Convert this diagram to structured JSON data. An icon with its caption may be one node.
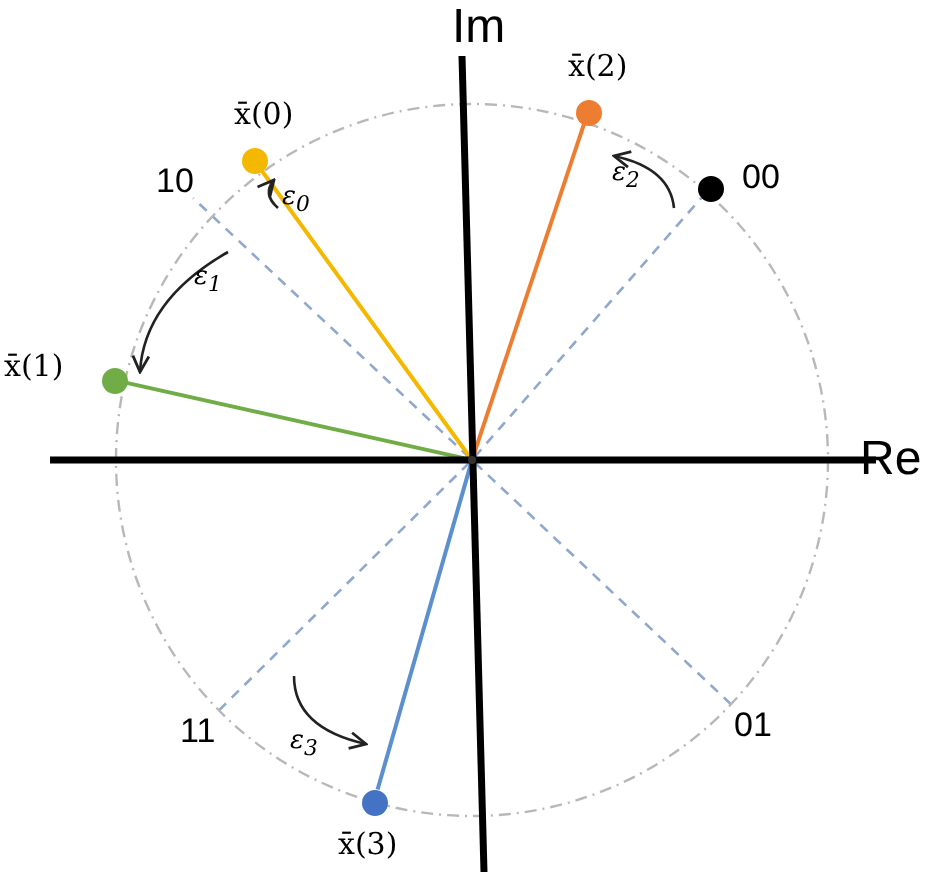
{
  "diagram": {
    "nodes": [
      {
        "text": [],
        "shape": "point"
      },
      {
        "text": [],
        "shape": "circle",
        "beside": [
          "x̄(0)"
        ]
      },
      {
        "text": [],
        "shape": "circle",
        "beside": [
          "x̄(1)"
        ]
      },
      {
        "text": [],
        "shape": "circle",
        "beside": [
          "x̄(2)"
        ]
      },
      {
        "text": [],
        "shape": "circle",
        "beside": [
          "00"
        ]
      },
      {
        "text": [],
        "shape": "circle",
        "beside": [
          "x̄(3)"
        ]
      },
      {
        "text": [
          "10"
        ]
      },
      {
        "text": [
          "11"
        ]
      },
      {
        "text": [
          "01"
        ]
      }
    ],
    "edges": [
      {
        "from": 0,
        "to": 1,
        "arrow": "none",
        "color": "#f5b800"
      },
      {
        "from": 0,
        "to": 2,
        "arrow": "none",
        "color": "#70ad47"
      },
      {
        "from": 0,
        "to": 3,
        "arrow": "none",
        "color": "#ed7d31"
      },
      {
        "from": 0,
        "to": 5,
        "arrow": "none",
        "color": "#5b8fd0"
      },
      {
        "from": 0,
        "to": 4,
        "arrow": "none",
        "style": "dashed",
        "color": "#8fa8cc"
      },
      {
        "from": 0,
        "to": 6,
        "arrow": "none",
        "style": "dashed",
        "color": "#8fa8cc"
      },
      {
        "from": 0,
        "to": 7,
        "arrow": "none",
        "style": "dashed",
        "color": "#8fa8cc"
      },
      {
        "from": 0,
        "to": 8,
        "arrow": "none",
        "style": "dashed",
        "color": "#8fa8cc"
      }
    ],
    "labels": [
      "Im",
      "Re",
      "ε$_{0}$",
      "ε$_{1}$",
      "ε$_{2}$",
      "ε$_{3}$"
    ]
  }
}
